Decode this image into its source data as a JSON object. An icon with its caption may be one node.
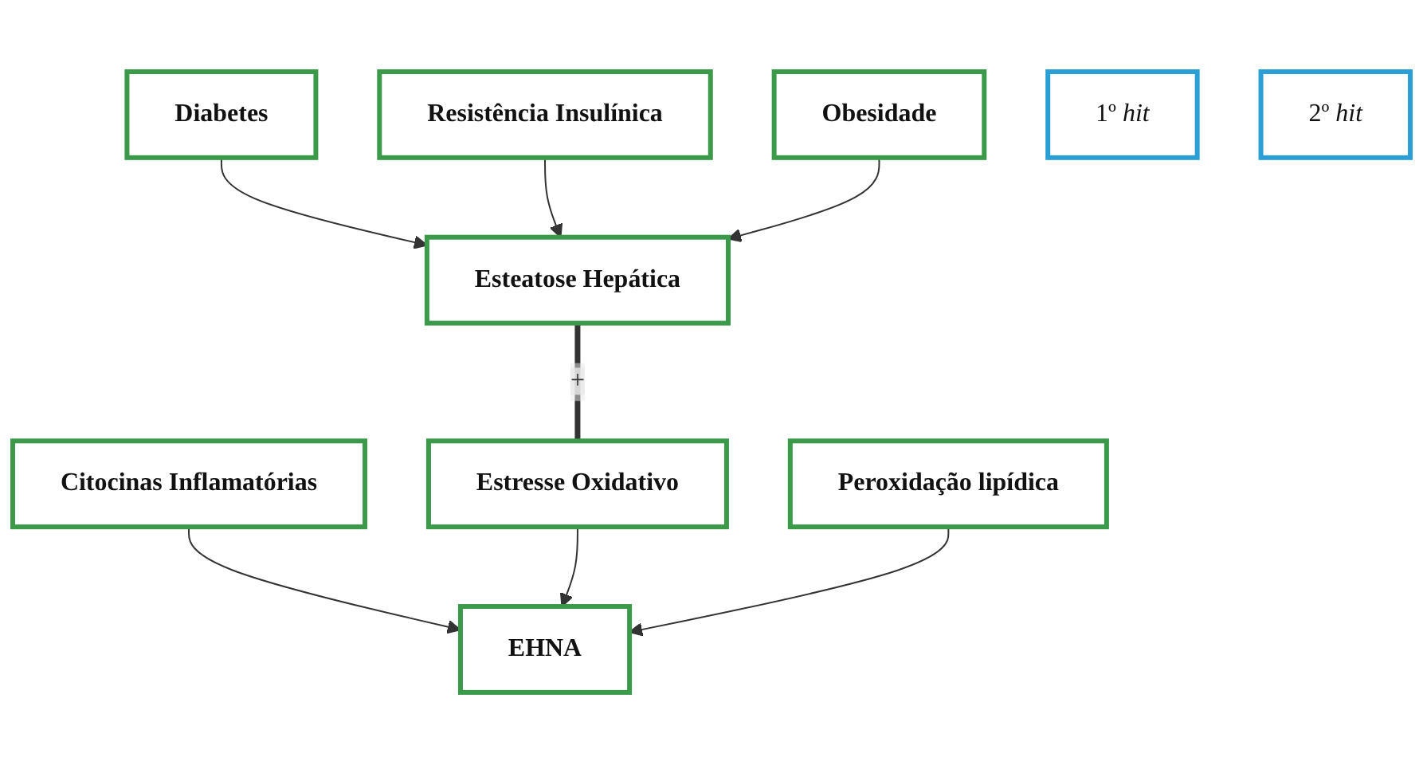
{
  "diagram": {
    "nodes": [
      {
        "text": [
          "Resistência Insulínica"
        ]
      },
      {
        "text": [
          "Diabetes"
        ]
      },
      {
        "text": [
          "Obesidade"
        ]
      },
      {
        "text": [
          "Esteatose Hepática"
        ]
      },
      {
        "text": [
          "1º *hit*"
        ]
      },
      {
        "text": [
          "Citocinas Inflamatórias"
        ]
      },
      {
        "text": [
          "Estresse Oxidativo"
        ]
      },
      {
        "text": [
          "Peroxidação lipídica"
        ]
      },
      {
        "text": [
          "EHNA"
        ]
      },
      {
        "text": [
          "2º *hit*"
        ]
      }
    ],
    "edges": [
      {
        "from": 1,
        "to": 3,
        "arrow": "to"
      },
      {
        "from": 0,
        "to": 3,
        "arrow": "to"
      },
      {
        "from": 2,
        "to": 3,
        "arrow": "to"
      },
      {
        "from": 3,
        "to": 6,
        "arrow": "none",
        "label": "+",
        "style": "thick"
      },
      {
        "from": 5,
        "to": 8,
        "arrow": "to"
      },
      {
        "from": 6,
        "to": 8,
        "arrow": "to"
      },
      {
        "from": 7,
        "to": 8,
        "arrow": "to"
      }
    ]
  }
}
